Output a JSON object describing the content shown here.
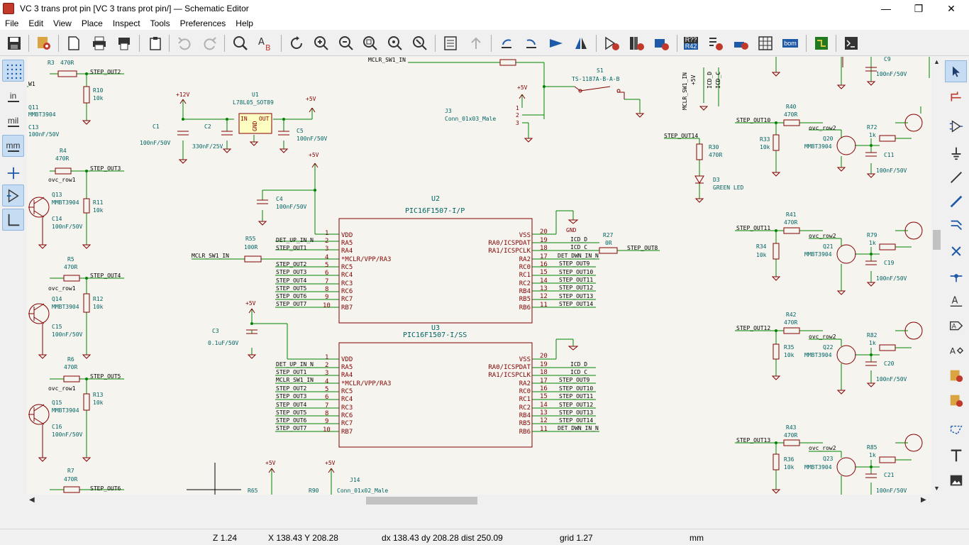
{
  "window": {
    "title": "VC 3 trans prot pin [VC 3 trans prot pin/] — Schematic Editor",
    "minimize": "—",
    "maximize": "❐",
    "close": "✕"
  },
  "menu": [
    "File",
    "Edit",
    "View",
    "Place",
    "Inspect",
    "Tools",
    "Preferences",
    "Help"
  ],
  "left_toolbar": {
    "units_in": "in",
    "units_mil": "mil",
    "units_mm": "mm"
  },
  "toolbar_labels": {
    "annotate_ref": "R??",
    "annotate_val": "R42",
    "bom": "bom"
  },
  "schematic": {
    "labels": [
      "MCLR_SW1_IN",
      "STEP_OUT2",
      "STEP_OUT3",
      "STEP_OUT4",
      "STEP_OUT5",
      "STEP_OUT6",
      "STEP_OUT10",
      "STEP_OUT11",
      "STEP_OUT12",
      "STEP_OUT13",
      "STEP_OUT14",
      "STEP_OUT8"
    ],
    "components": {
      "r3": "R3",
      "r3v": "470R",
      "r10": "R10",
      "r10v": "10k",
      "q11": "Q11",
      "q11v": "MMBT3904",
      "c13": "C13",
      "c13v": "100nF/50V",
      "r4": "R4",
      "r4v": "470R",
      "r11": "R11",
      "r11v": "10k",
      "q13": "Q13",
      "q13v": "MMBT3904",
      "c14": "C14",
      "c14v": "100nF/50V",
      "r5": "R5",
      "r5v": "470R",
      "r12": "R12",
      "r12v": "10k",
      "q14": "Q14",
      "q14v": "MMBT3904",
      "c15": "C15",
      "c15v": "100nF/50V",
      "r6": "R6",
      "r6v": "470R",
      "r13": "R13",
      "r13v": "10k",
      "q15": "Q15",
      "q15v": "MMBT3904",
      "c16": "C16",
      "c16v": "100nF/50V",
      "r7": "R7",
      "r7v": "470R",
      "u1": "U1",
      "u1v": "L78L05_SOT89",
      "u1_in": "IN",
      "u1_out": "OUT",
      "u1_gnd": "GND",
      "c1": "C1",
      "c1v": "100nF/50V",
      "c2": "C2",
      "c2v": "330nF/25V",
      "c5": "C5",
      "c5v": "100nF/50V",
      "c4": "C4",
      "c4v": "100nF/50V",
      "c3": "C3",
      "c3v": "0.1uF/50V",
      "r55": "R55",
      "r55v": "100R",
      "r27": "R27",
      "r27v": "0R",
      "u2": "U2",
      "u2v": "PIC16F1507-I/P",
      "u3": "U3",
      "u3v": "PIC16F1507-I/SS",
      "j3": "J3",
      "j3v": "Conn_01x03_Male",
      "s1": "S1",
      "s1v": "TS-1187A-B-A-B",
      "r30": "R30",
      "r30v": "470R",
      "d3": "D3",
      "d3v": "GREEN LED",
      "r40": "R40",
      "r40v": "470R",
      "r33": "R33",
      "r33v": "10k",
      "q20": "Q20",
      "q20v": "MMBT3904",
      "r72": "R72",
      "r72v": "1k",
      "c11": "C11",
      "c11v": "100nF/50V",
      "r41": "R41",
      "r41v": "470R",
      "r34": "R34",
      "r34v": "10k",
      "q21": "Q21",
      "q21v": "MMBT3904",
      "r79": "R79",
      "r79v": "1k",
      "c19": "C19",
      "c19v": "100nF/50V",
      "r42": "R42",
      "r42v": "470R",
      "r35": "R35",
      "r35v": "10k",
      "q22": "Q22",
      "q22v": "MMBT3904",
      "r82": "R82",
      "r82v": "1k",
      "c20": "C20",
      "c20v": "100nF/50V",
      "r43": "R43",
      "r43v": "470R",
      "r36": "R36",
      "r36v": "10k",
      "q23": "Q23",
      "q23v": "MMBT3904",
      "r85": "R85",
      "r85v": "1k",
      "c21": "C21",
      "c21v": "100nF/50V",
      "c9": "C9",
      "c9v": "100nF/50V",
      "r65": "R65",
      "r90": "R90",
      "j14": "J14",
      "j14v": "Conn_01x02_Male"
    },
    "power": {
      "p12": "+12V",
      "p5": "+5V",
      "gnd": "GND"
    },
    "nets": {
      "ovc_row1": "ovc_row1",
      "ovc_row2": "ovc_row2",
      "w1": "W1",
      "det_up": "DET_UP_IN_N",
      "det_dwn": "DET_DWN_IN_N",
      "mclr": "MCLR_SW1_IN",
      "icd_d": "ICD_D",
      "icd_c": "ICD_C",
      "so1": "STEP_OUT1",
      "so2": "STEP_OUT2",
      "so3": "STEP_OUT3",
      "so4": "STEP_OUT4",
      "so5": "STEP_OUT5",
      "so6": "STEP_OUT6",
      "so7": "STEP_OUT7",
      "so8": "STEP_OUT8",
      "so9": "STEP_OUT9",
      "so10": "STEP_OUT10",
      "so11": "STEP_OUT11",
      "so12": "STEP_OUT12",
      "so13": "STEP_OUT13",
      "so14": "STEP_OUT14",
      "vert1": "MCLR_SW1_IN",
      "vert2": "+5V",
      "vert3": "ICD_D",
      "vert4": "ICD_C"
    },
    "u_pins_left": [
      "VDD",
      "RA5",
      "RA4",
      "*MCLR/VPP/RA3",
      "RC5",
      "RC4",
      "RC3",
      "RC6",
      "RC7",
      "RB7"
    ],
    "u_pins_right": [
      "VSS",
      "RA0/ICSPDAT",
      "RA1/ICSPCLK",
      "RA2",
      "RC0",
      "RC1",
      "RC2",
      "RB4",
      "RB5",
      "RB6"
    ],
    "u_num_left": [
      "1",
      "2",
      "3",
      "4",
      "5",
      "6",
      "7",
      "8",
      "9",
      "10"
    ],
    "u_num_right": [
      "20",
      "19",
      "18",
      "17",
      "16",
      "15",
      "14",
      "13",
      "12",
      "11"
    ],
    "j3_pins": [
      "1",
      "2",
      "3"
    ]
  },
  "status": {
    "zoom": "Z 1.24",
    "xy": "X 138.43  Y 208.28",
    "delta": "dx 138.43  dy 208.28  dist 250.09",
    "grid": "grid 1.27",
    "units": "mm"
  }
}
